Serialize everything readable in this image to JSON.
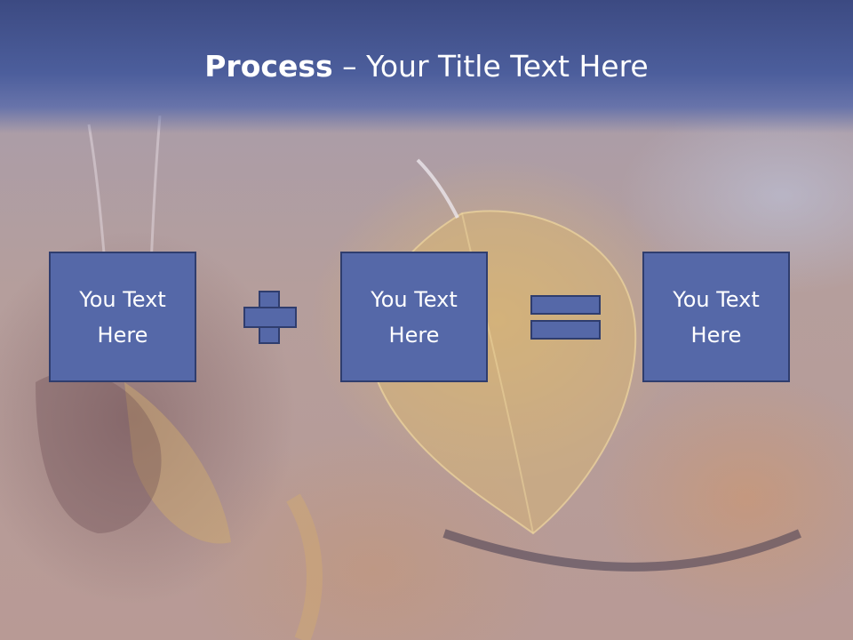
{
  "slide": {
    "title_bold": "Process",
    "title_rest": " – Your Title Text Here"
  },
  "process": {
    "box1": "You Text Here",
    "box2": "You Text Here",
    "box3": "You Text Here",
    "operator1_icon": "plus-icon",
    "operator2_icon": "equals-icon"
  },
  "colors": {
    "header": "#4c5e9c",
    "box_fill": "#5568a8",
    "box_border": "#2f3d6e",
    "text": "#ffffff"
  }
}
